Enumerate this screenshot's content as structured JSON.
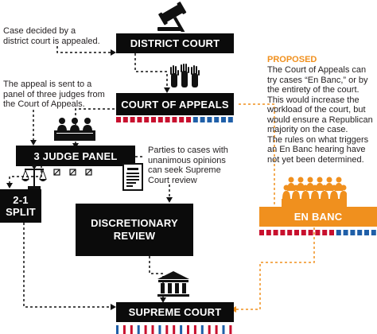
{
  "colors": {
    "box": "#0b0b0b",
    "orange": "#f0901e",
    "red": "#c8102e",
    "blue": "#1f5fa8",
    "gray": "#777777",
    "text": "#231f20"
  },
  "boxes": {
    "district_court": "DISTRICT COURT",
    "court_of_appeals": "COURT OF APPEALS",
    "three_judge_panel": "3 JUDGE PANEL",
    "split": "2-1 SPLIT",
    "discretionary_review_line1": "DISCRETIONARY",
    "discretionary_review_line2": "REVIEW",
    "en_banc": "EN BANC",
    "supreme_court": "SUPREME COURT"
  },
  "notes": {
    "district": [
      "Case decided by a",
      "district court is appealed."
    ],
    "panel": [
      "The appeal is sent to a",
      "panel of three judges from",
      "the Court of Appeals."
    ],
    "parties": [
      "Parties to cases with",
      "unanimous opinions",
      "can seek Supreme",
      "Court review"
    ],
    "proposed_label": "PROPOSED",
    "proposed": [
      "The Court of Appeals can",
      "try cases “En Banc,” or by",
      "the entirety of the court.",
      "This would increase the",
      "workload of the court, but",
      "would ensure a Republican",
      "majority on the case.",
      "The rules on what triggers",
      "an En Banc hearing have",
      "not yet been determined."
    ]
  },
  "icons": [
    "gavel-icon",
    "raised-hands-icon",
    "judges-bench-icon",
    "scales-icon",
    "document-icon",
    "crowd-icon",
    "courthouse-icon"
  ]
}
